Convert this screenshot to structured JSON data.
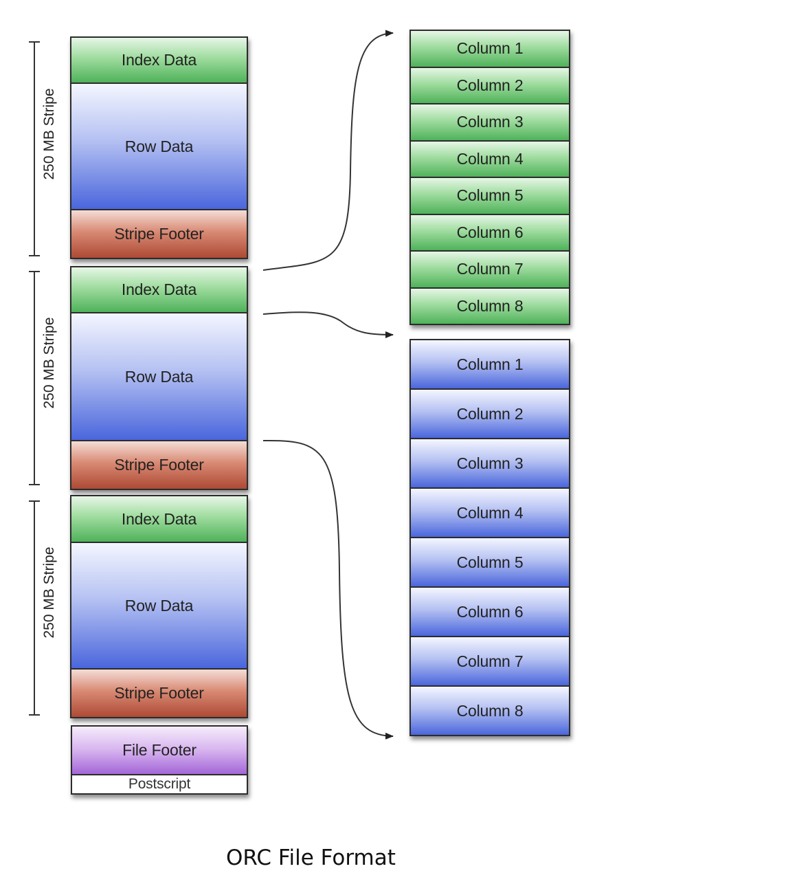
{
  "stripes": [
    {
      "bracket_label": "250 MB Stripe",
      "index": "Index Data",
      "row": "Row Data",
      "footer": "Stripe Footer"
    },
    {
      "bracket_label": "250 MB Stripe",
      "index": "Index Data",
      "row": "Row Data",
      "footer": "Stripe Footer"
    },
    {
      "bracket_label": "250 MB Stripe",
      "index": "Index Data",
      "row": "Row Data",
      "footer": "Stripe Footer"
    }
  ],
  "file_footer": "File Footer",
  "postscript": "Postscript",
  "index_columns": [
    "Column 1",
    "Column 2",
    "Column 3",
    "Column 4",
    "Column 5",
    "Column 6",
    "Column 7",
    "Column 8"
  ],
  "row_columns": [
    "Column 1",
    "Column 2",
    "Column 3",
    "Column 4",
    "Column 5",
    "Column 6",
    "Column 7",
    "Column 8"
  ],
  "caption": "ORC File Format",
  "colors": {
    "index_green": "#4fb25a",
    "row_blue": "#4a66dc",
    "footer_red": "#ad4a35",
    "file_footer_purple": "#a466d8"
  }
}
